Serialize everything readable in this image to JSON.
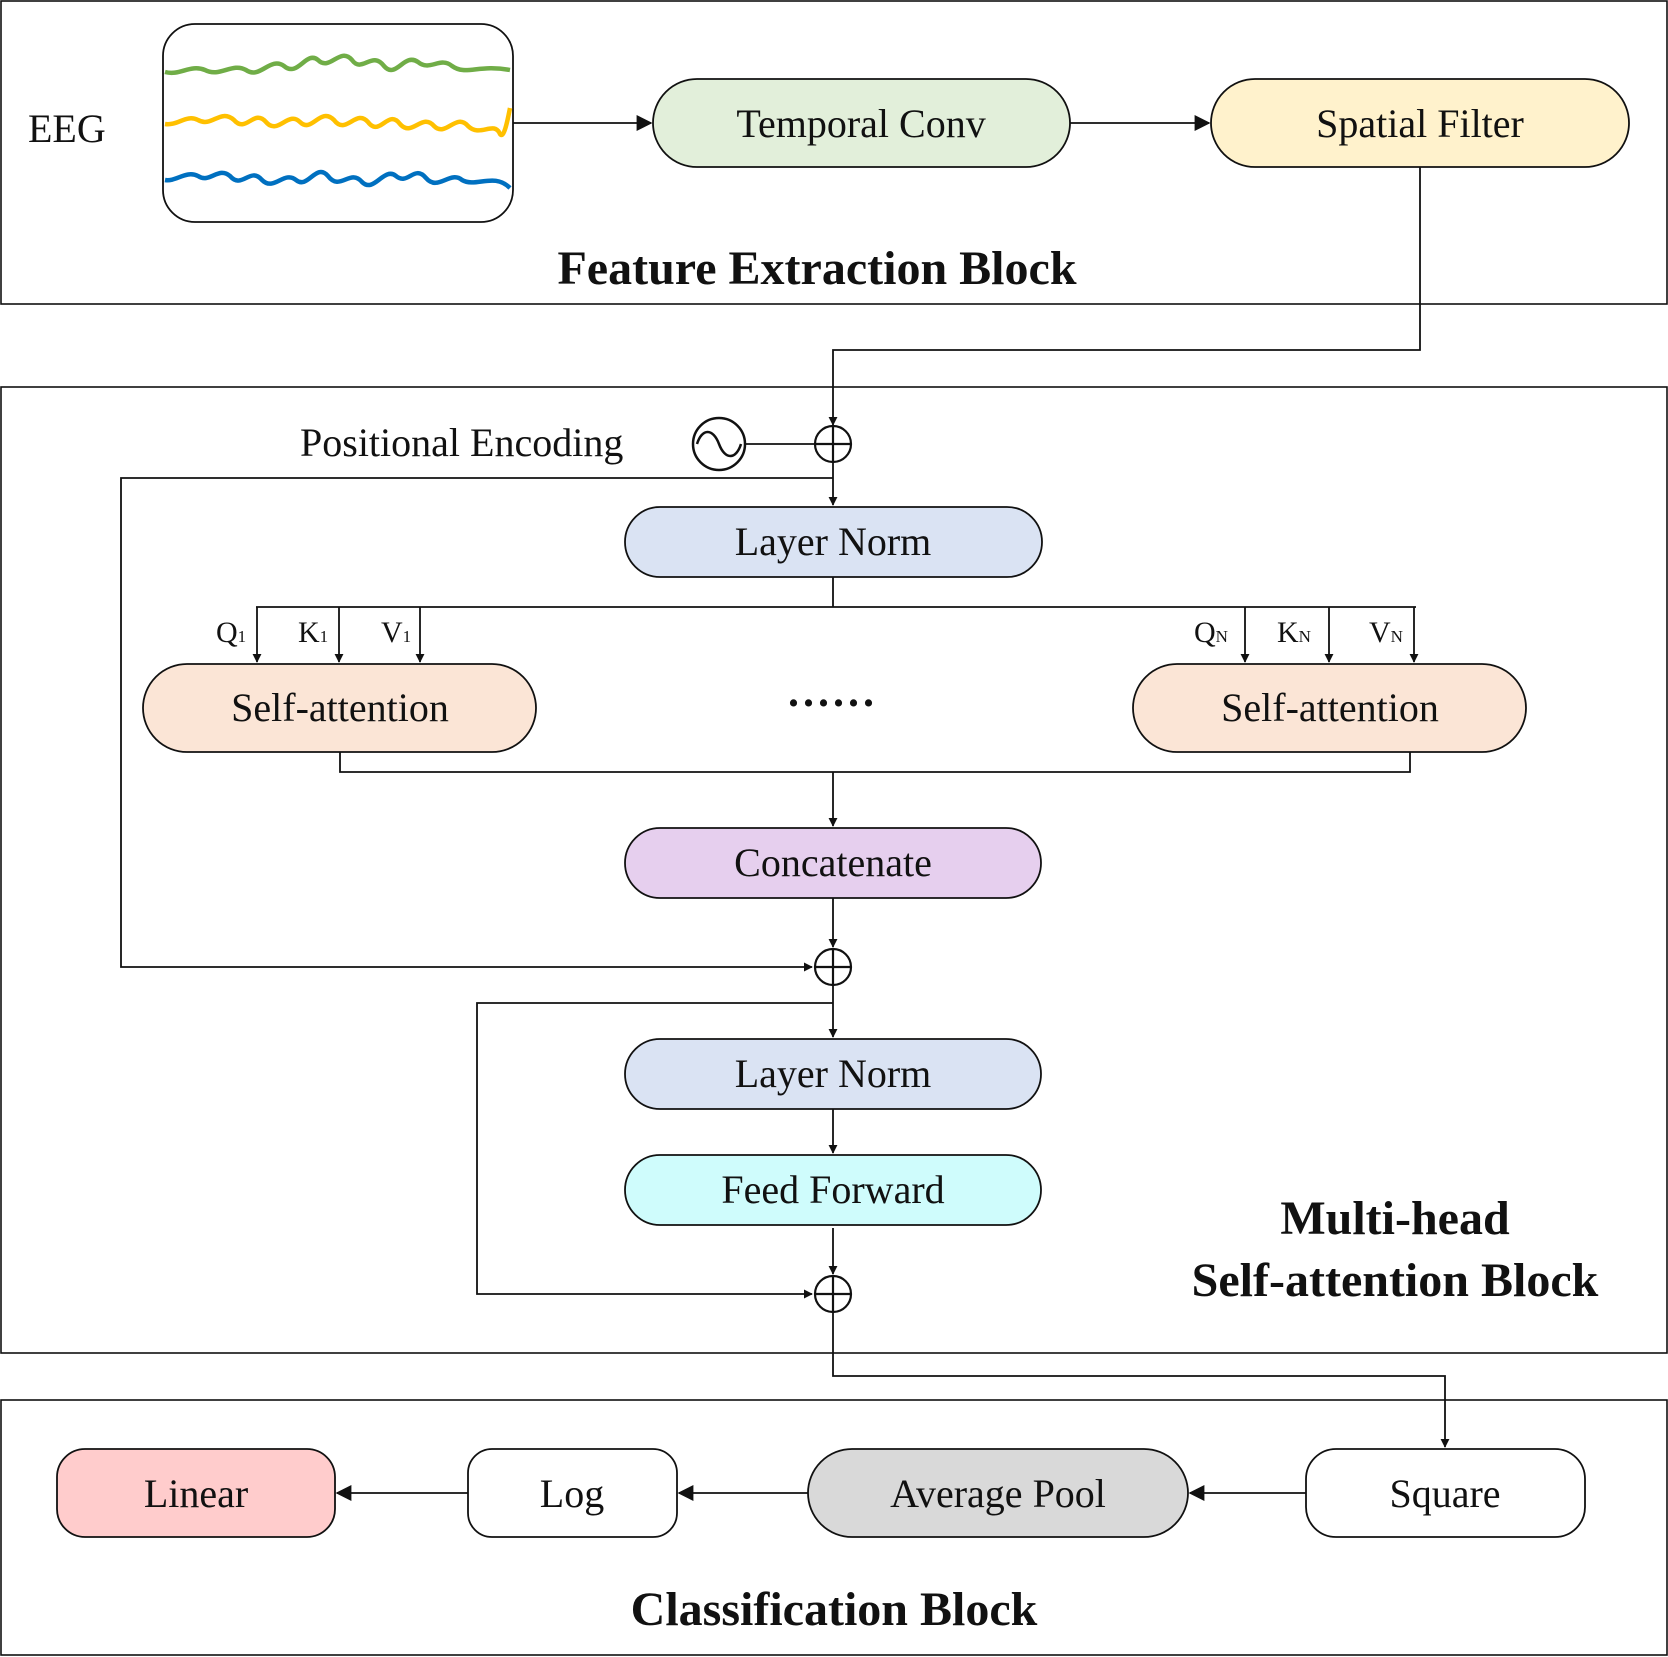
{
  "colors": {
    "temporal_conv": "#e2efda",
    "spatial_filter": "#fff2cc",
    "layer_norm": "#dae3f3",
    "self_attention": "#fbe5d6",
    "concatenate": "#e6cfee",
    "feed_forward": "#cffcfc",
    "average_pool": "#d9d9d9",
    "linear": "#ffcccc",
    "plain": "#ffffff",
    "eeg_green": "#70ad47",
    "eeg_yellow": "#ffc000",
    "eeg_blue": "#0070c0"
  },
  "feature_block": {
    "title": "Feature Extraction Block",
    "input_label": "EEG",
    "temporal_conv": "Temporal Conv",
    "spatial_filter": "Spatial Filter"
  },
  "attention_block": {
    "title_line1": "Multi-head",
    "title_line2": "Self-attention Block",
    "positional_encoding": "Positional Encoding",
    "layer_norm_1": "Layer Norm",
    "layer_norm_2": "Layer Norm",
    "self_attention_first": "Self-attention",
    "self_attention_last": "Self-attention",
    "ellipsis": "......",
    "concatenate": "Concatenate",
    "feed_forward": "Feed Forward",
    "head_first_inputs": [
      {
        "letter": "Q",
        "sub": "1"
      },
      {
        "letter": "K",
        "sub": "1"
      },
      {
        "letter": "V",
        "sub": "1"
      }
    ],
    "head_last_inputs": [
      {
        "letter": "Q",
        "sub": "N"
      },
      {
        "letter": "K",
        "sub": "N"
      },
      {
        "letter": "V",
        "sub": "N"
      }
    ]
  },
  "classification_block": {
    "title": "Classification Block",
    "square": "Square",
    "average_pool": "Average Pool",
    "log": "Log",
    "linear": "Linear"
  }
}
